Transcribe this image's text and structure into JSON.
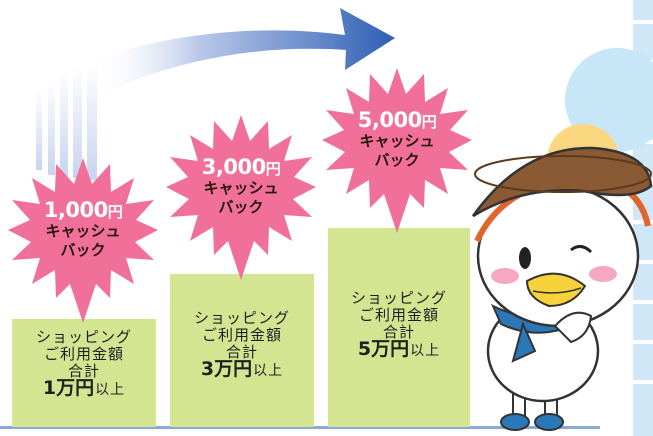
{
  "tiers": [
    {
      "burst": {
        "amount": "1,000",
        "unit": "円",
        "line1": "キャッシュ",
        "line2": "バック"
      },
      "card": {
        "line1": "ショッピング",
        "line2": "ご利用金額",
        "line3": "合計",
        "amount": "1万",
        "unit": "円",
        "suffix": "以上"
      }
    },
    {
      "burst": {
        "amount": "3,000",
        "unit": "円",
        "line1": "キャッシュ",
        "line2": "バック"
      },
      "card": {
        "line1": "ショッピング",
        "line2": "ご利用金額",
        "line3": "合計",
        "amount": "3万",
        "unit": "円",
        "suffix": "以上"
      }
    },
    {
      "burst": {
        "amount": "5,000",
        "unit": "円",
        "line1": "キャッシュ",
        "line2": "バック"
      },
      "card": {
        "line1": "ショッピング",
        "line2": "ご利用金額",
        "line3": "合計",
        "amount": "5万",
        "unit": "円",
        "suffix": "以上"
      }
    }
  ],
  "colors": {
    "burst_pink": "#f0709a",
    "card_green": "#d3e591",
    "arrow_blue": "#2e5fb4",
    "mascot_hat": "#8a5a35",
    "mascot_scarf": "#2a78b8"
  },
  "icons": [
    "growth-arrow-icon",
    "cashback-burst-icon",
    "duck-mascot-icon"
  ]
}
